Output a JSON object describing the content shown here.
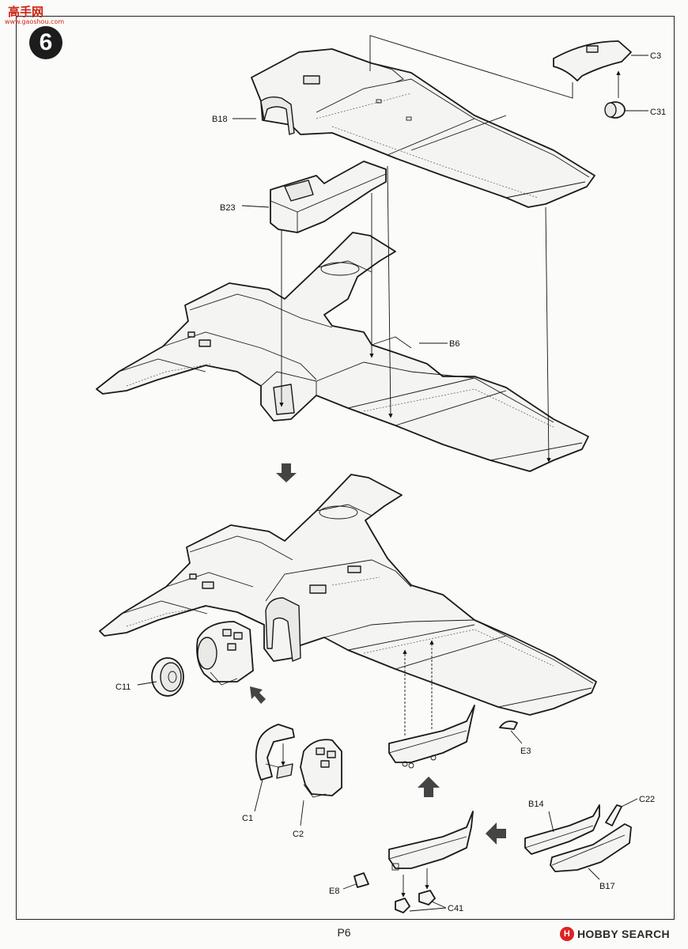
{
  "step_number": "6",
  "page_label": "P6",
  "watermark": {
    "title": "高手网",
    "subtitle": "www.gaoshou.com"
  },
  "brand": {
    "logo": "H",
    "text": "HOBBY SEARCH"
  },
  "part_labels": {
    "B18": "B18",
    "C3": "C3",
    "C31": "C31",
    "B23": "B23",
    "B6": "B6",
    "C11": "C11",
    "C1": "C1",
    "C2": "C2",
    "E3": "E3",
    "B14": "B14",
    "C22": "C22",
    "B17": "B17",
    "E8": "E8",
    "C41": "C41"
  },
  "colors": {
    "line": "#1a1a1a",
    "paper": "#fbfbf9",
    "arrow": "#444444"
  }
}
